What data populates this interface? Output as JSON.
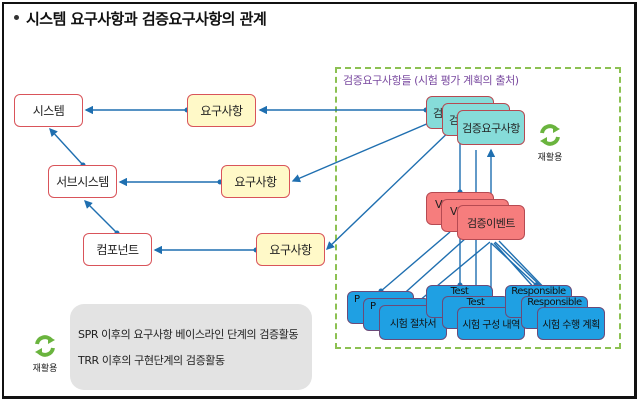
{
  "title": "시스템 요구사항과 검증요구사항의 관계",
  "hierarchy": {
    "system": "시스템",
    "subsystem": "서브시스템",
    "component": "컴포넌트"
  },
  "requirements": [
    {
      "label": "요구사항"
    },
    {
      "label": "요구사항"
    },
    {
      "label": "요구사항"
    }
  ],
  "verification_region": {
    "title": "검증요구사항들 (시험 평가 계획의 출처)",
    "verification_requirements": {
      "back_labels": [
        "검",
        "검"
      ],
      "front_label": "검증요구사항"
    },
    "verification_events": {
      "back_labels": [
        "V",
        "V"
      ],
      "front_label": "검증이벤트"
    },
    "test_groups": [
      {
        "back_labels": [
          "P",
          "P"
        ],
        "front_label": "시험 절차서"
      },
      {
        "back_labels": [
          "Test",
          "Test"
        ],
        "front_label": "시험 구성 내역"
      },
      {
        "back_labels": [
          "Responsible",
          "Responsible"
        ],
        "front_label": "시험 수행 계획"
      }
    ],
    "reuse_label": "재활용"
  },
  "legend": {
    "reuse_label": "재활용",
    "lines": [
      "SPR 이후의 요구사항 베이스라인 단계의 검증활동",
      "TRR 이후의 구현단계의 검증활동"
    ]
  },
  "colors": {
    "connector": "#1f6fb0",
    "reuse_green": "#6ab43e",
    "dash_border": "#8cc152",
    "requirement_fill": "#fff9c8",
    "verification_fill": "#86dcd9",
    "event_fill": "#f67d7d",
    "test_fill": "#1fa0e3"
  }
}
